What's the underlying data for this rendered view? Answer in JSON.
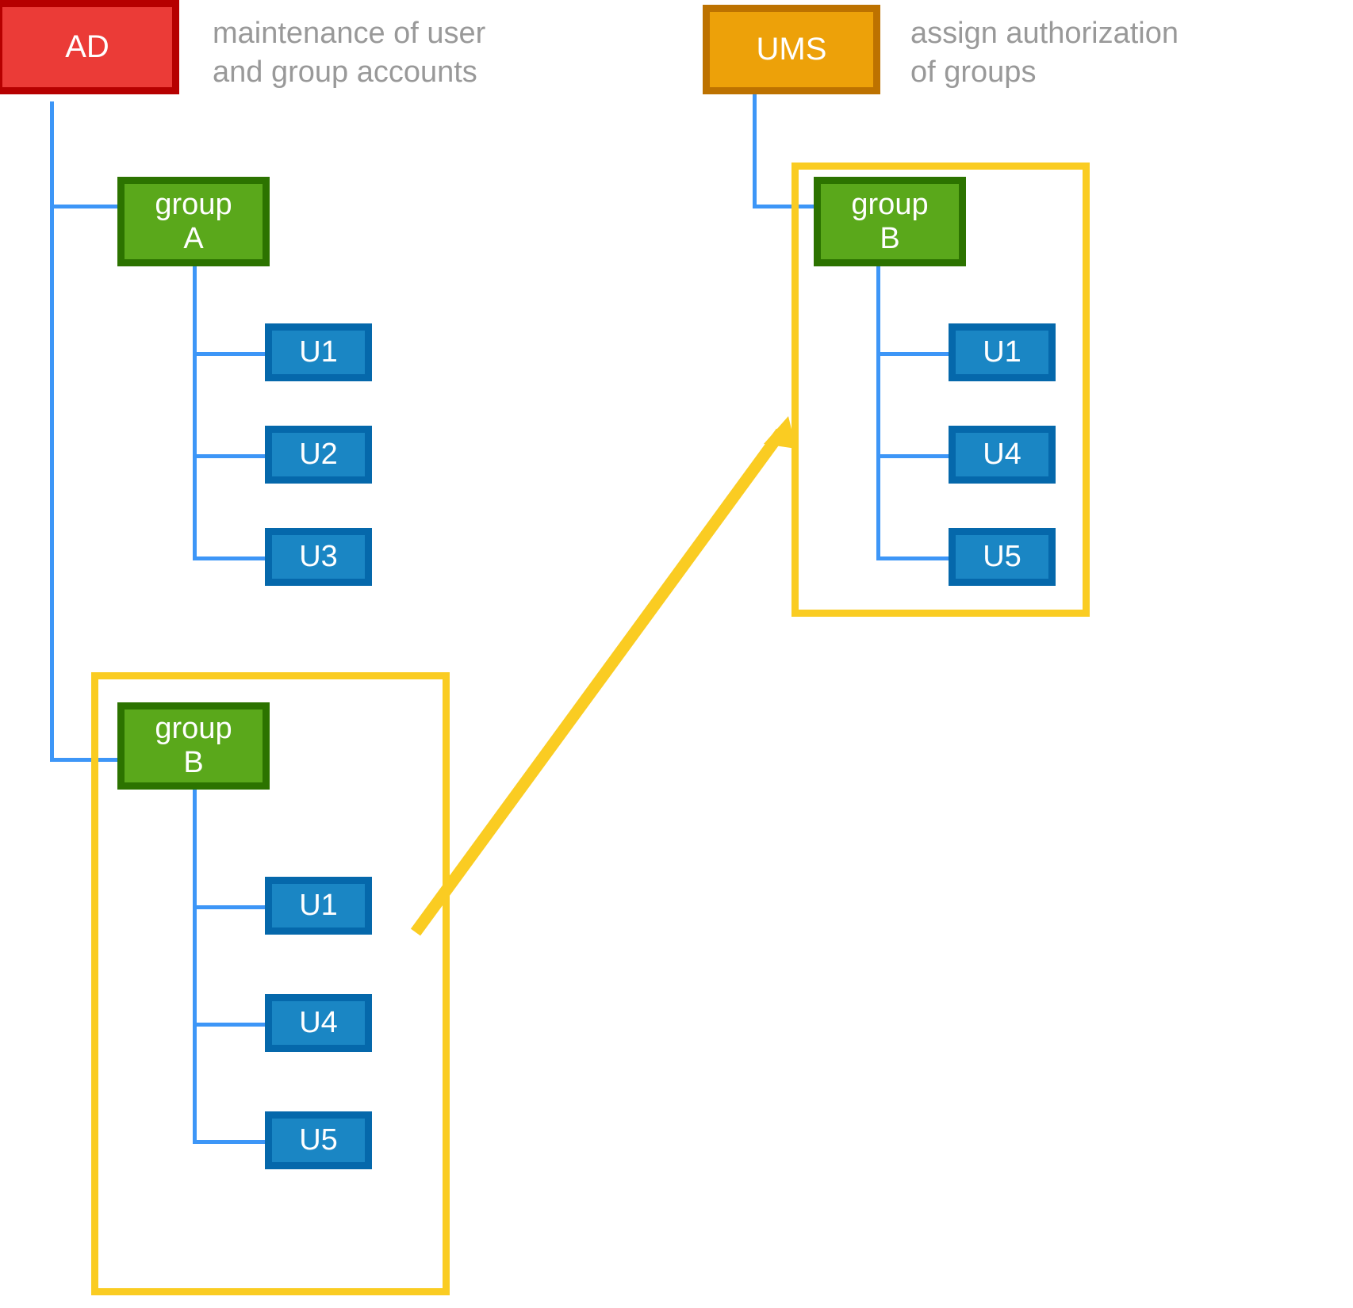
{
  "diagram": {
    "title": "AD group mapping to UMS authorization",
    "colors": {
      "ad_fill": "#eb3b37",
      "ad_border": "#b60000",
      "ums_fill": "#eda109",
      "ums_border": "#bd7200",
      "group_fill": "#5aa81b",
      "group_border": "#2c7300",
      "user_fill": "#1a86c4",
      "user_border": "#0568ab",
      "connector": "#3d96f7",
      "highlight": "#facc22",
      "caption_text": "#999999"
    },
    "left": {
      "root_label": "AD",
      "root_caption": "maintenance of user\nand group accounts",
      "groups": [
        {
          "label": "group\nA",
          "users": [
            "U1",
            "U2",
            "U3"
          ],
          "highlighted": false
        },
        {
          "label": "group\nB",
          "users": [
            "U1",
            "U4",
            "U5"
          ],
          "highlighted": true
        }
      ]
    },
    "right": {
      "root_label": "UMS",
      "root_caption": "assign authorization\nof groups",
      "groups": [
        {
          "label": "group\nB",
          "users": [
            "U1",
            "U4",
            "U5"
          ],
          "highlighted": true
        }
      ]
    },
    "arrow": {
      "name": "group-b-mapping-arrow",
      "from": "left group B frame",
      "to": "right group B frame",
      "color": "#facc22"
    }
  }
}
